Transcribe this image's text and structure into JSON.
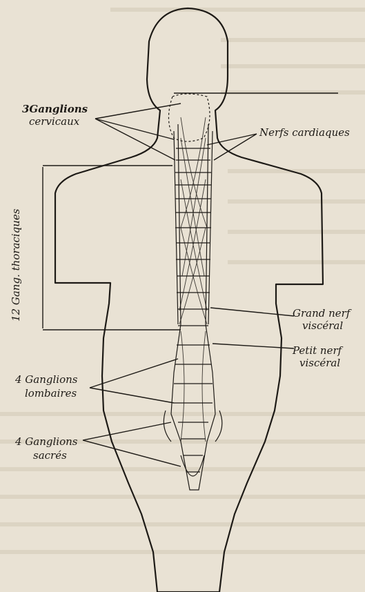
{
  "figure": {
    "background_color": "#e9e2d4",
    "ink_color": "#1d1a16",
    "labels": {
      "ganglions_cervicaux_line1": "3Ganglions",
      "ganglions_cervicaux_line2": "cervicaux",
      "nerfs_cardiaques": "Nerfs cardiaques",
      "ganglions_thoraciques": "12 Gang. thoraciques",
      "grand_nerf_visceral_line1": "Grand nerf",
      "grand_nerf_visceral_line2": "viscéral",
      "petit_nerf_visceral_line1": "Petit nerf",
      "petit_nerf_visceral_line2": "viscéral",
      "ganglions_lombaires_line1": "4 Ganglions",
      "ganglions_lombaires_line2": "lombaires",
      "ganglions_sacres_line1": "4 Ganglions",
      "ganglions_sacres_line2": "sacrés"
    }
  }
}
